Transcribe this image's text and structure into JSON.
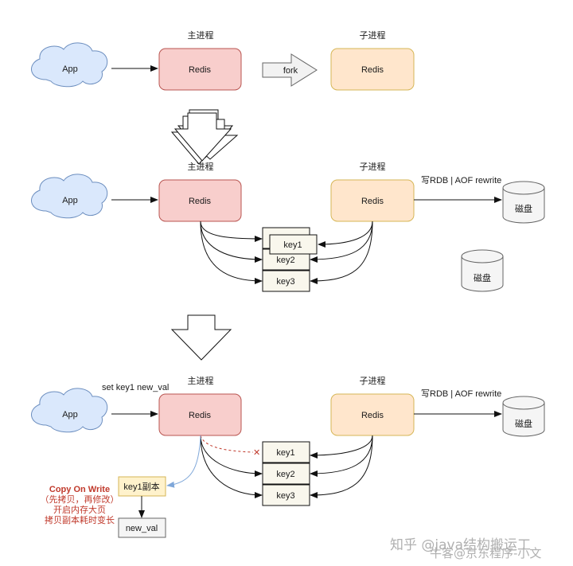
{
  "labels": {
    "main_process": "主进程",
    "child_process": "子进程",
    "app": "App",
    "redis": "Redis",
    "fork": "fork",
    "write_rdb": "写RDB | AOF rewrite",
    "disk": "磁盘",
    "set_cmd": "set key1 new_val",
    "key1": "key1",
    "key2": "key2",
    "key3": "key3",
    "key1_copy": "key1副本",
    "new_val": "new_val"
  },
  "cow_note": {
    "title": "Copy On Write",
    "line1": "（先拷贝，再修改）",
    "line2": "开启内存大页",
    "line3": "拷贝副本耗时变长"
  },
  "watermark": {
    "line1": "知乎 @java结构搬运工",
    "line2": "牛客@京东程序-小文"
  },
  "colors": {
    "redis_fill": "#f8cecc",
    "redis_stroke": "#b85450",
    "child_fill": "#ffe6cc",
    "child_stroke": "#d6b656",
    "cloud_fill": "#dae8fc",
    "cloud_stroke": "#6c8ebf",
    "key_fill": "#f9f7ed",
    "copy_fill": "#fff2cc",
    "red_text": "#c0392b"
  }
}
